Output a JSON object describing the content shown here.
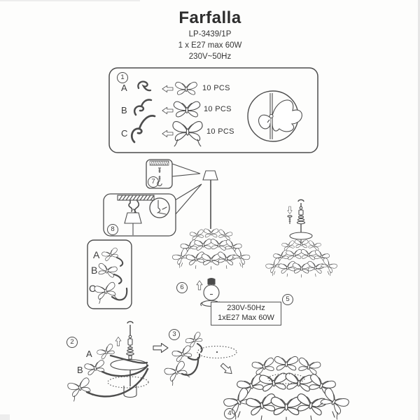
{
  "header": {
    "title": "Farfalla",
    "model": "LP-3439/1P",
    "lamp_spec": "1 x E27 max 60W",
    "voltage": "230V~50Hz"
  },
  "parts_box": {
    "step": "1",
    "rows": [
      {
        "label": "A",
        "qty": "10 PCS"
      },
      {
        "label": "B",
        "qty": "10 PCS"
      },
      {
        "label": "C",
        "qty": "10 PCS"
      }
    ]
  },
  "parts_key_box": {
    "labels": [
      "A",
      "B",
      "C"
    ]
  },
  "steps": {
    "s2": {
      "num": "2",
      "label_a": "A",
      "label_b": "B"
    },
    "s3": {
      "num": "3"
    },
    "s4": {
      "num": "4"
    },
    "s5": {
      "num": "5"
    },
    "s6": {
      "num": "6"
    },
    "s7": {
      "num": "7"
    },
    "s8": {
      "num": "8"
    }
  },
  "rating_label": {
    "line1": "230V-50Hz",
    "line2": "1xE27 Max 60W"
  },
  "colors": {
    "ink": "#4d4d4d",
    "paper": "#fdfdfc"
  }
}
